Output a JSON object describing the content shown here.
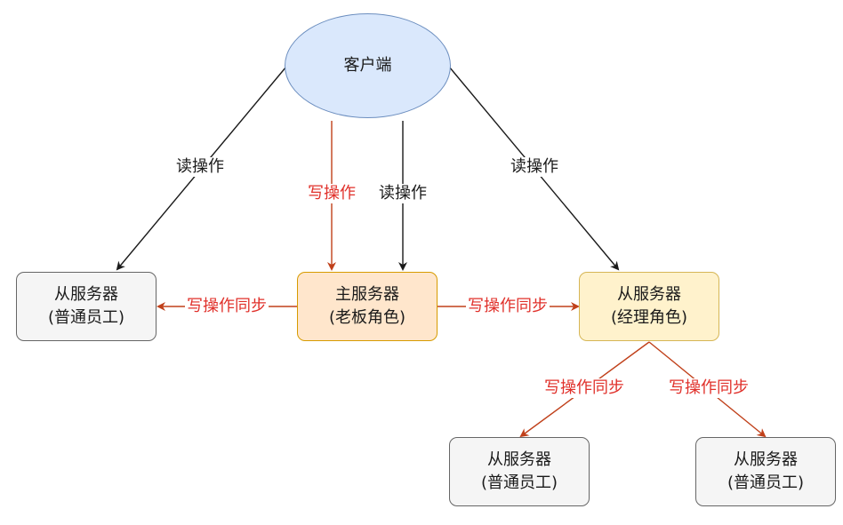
{
  "nodes": {
    "client": {
      "label": "客户端"
    },
    "master": {
      "line1": "主服务器",
      "line2": "(老板角色)"
    },
    "slave_left": {
      "line1": "从服务器",
      "line2": "(普通员工)"
    },
    "slave_manager": {
      "line1": "从服务器",
      "line2": "(经理角色)"
    },
    "slave_bottom_left": {
      "line1": "从服务器",
      "line2": "(普通员工)"
    },
    "slave_bottom_right": {
      "line1": "从服务器",
      "line2": "(普通员工)"
    }
  },
  "edge_labels": {
    "read_left": "读操作",
    "write_master": "写操作",
    "read_master": "读操作",
    "read_right": "读操作",
    "sync_left": "写操作同步",
    "sync_right": "写操作同步",
    "sync_bottom_left": "写操作同步",
    "sync_bottom_right": "写操作同步"
  },
  "colors": {
    "read_edge": "#1a1a1a",
    "write_edge": "#c0401a",
    "client_fill": "#dae8fc",
    "master_fill": "#ffe6cc",
    "manager_fill": "#fff2cc",
    "slave_fill": "#f5f5f5"
  }
}
